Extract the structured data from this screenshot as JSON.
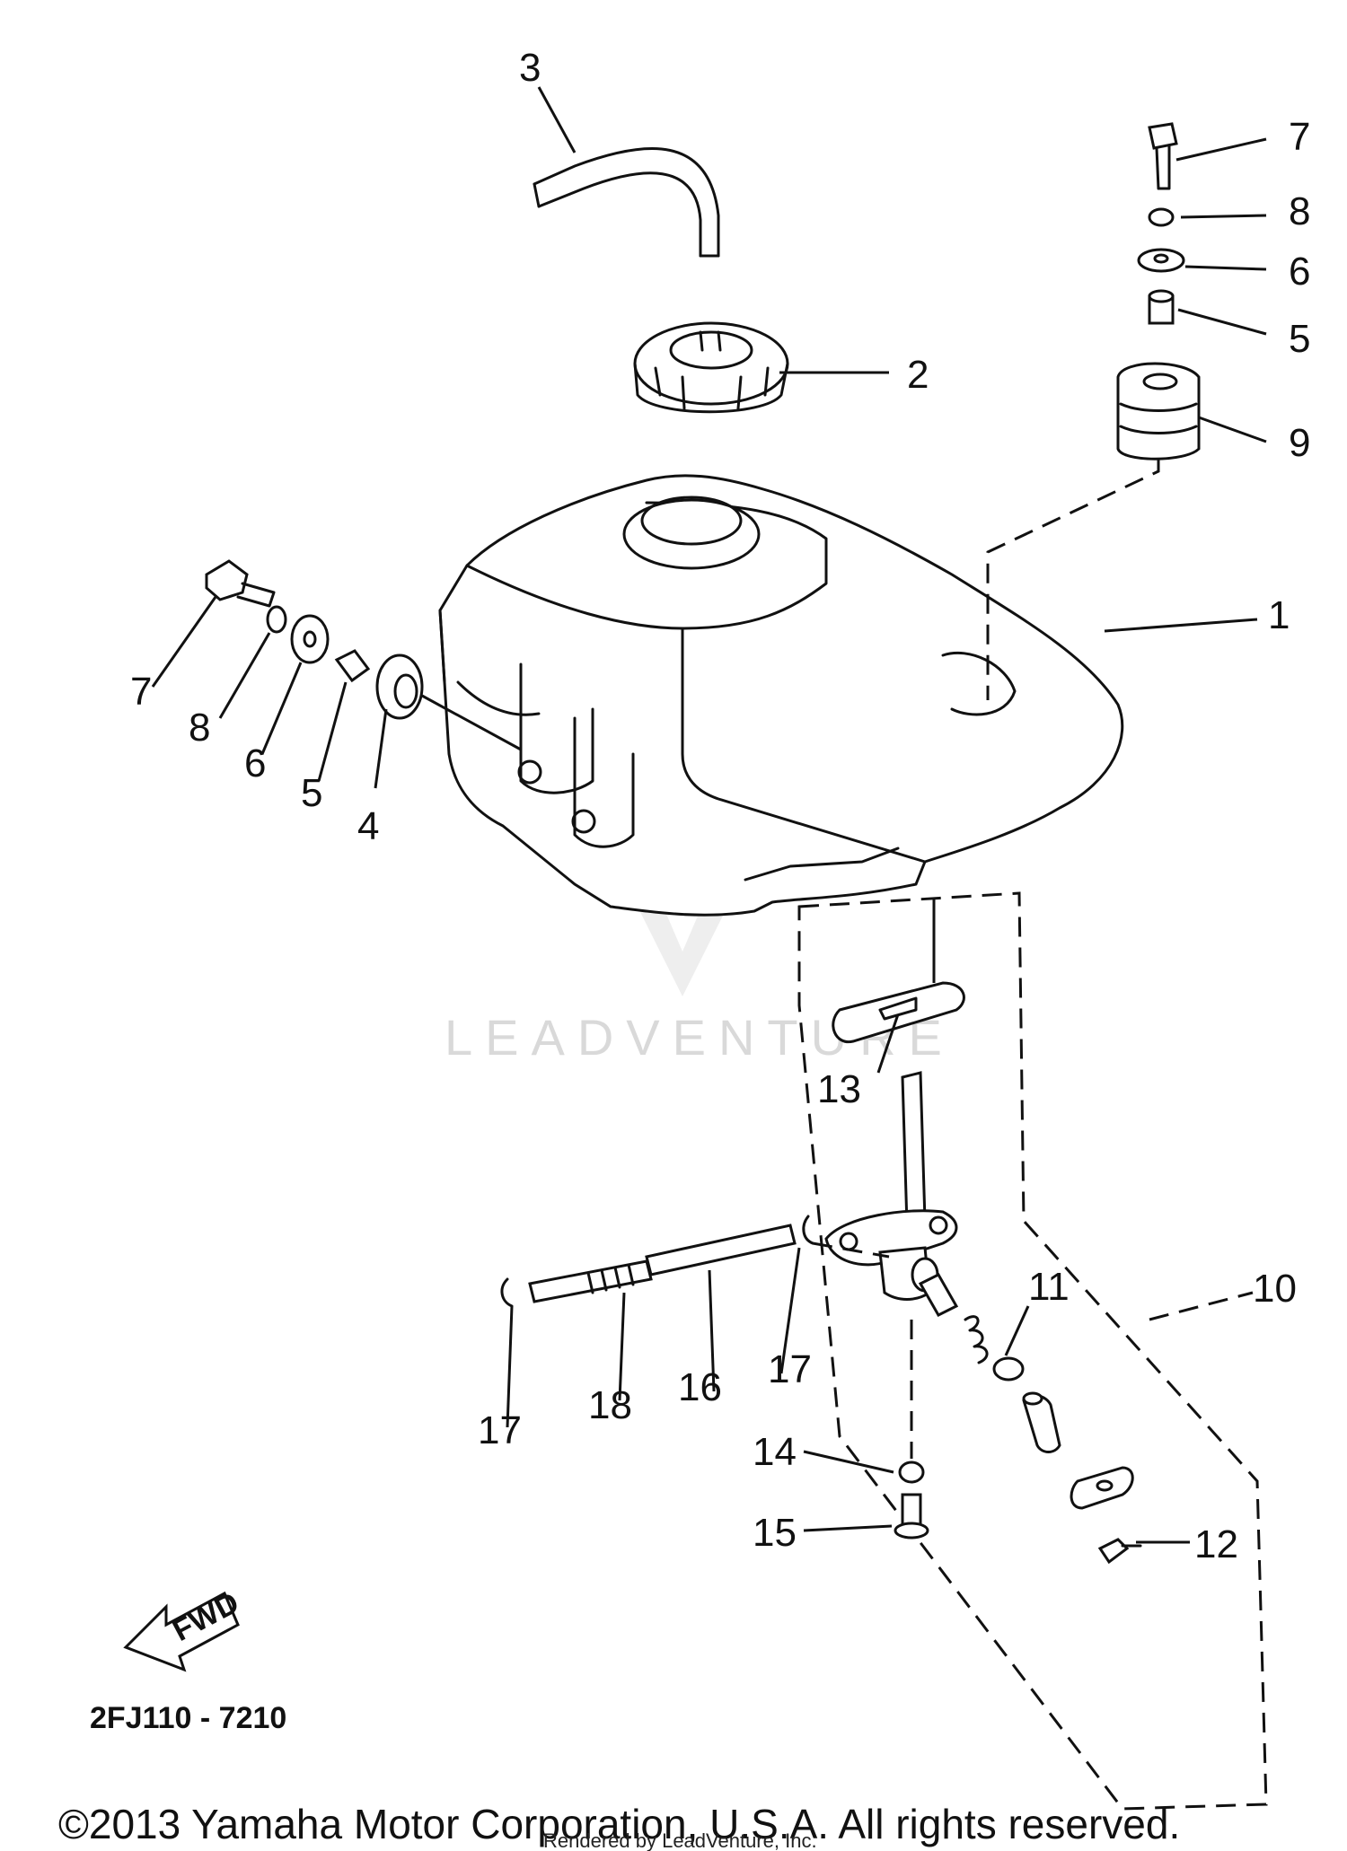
{
  "diagram_code": "2FJ110 - 7210",
  "fwd_label": "FWD",
  "watermark": "LEADVENTURE",
  "copyright": "©2013 Yamaha Motor Corporation, U.S.A. All rights reserved.",
  "rendered_by": "Rendered by LeadVenture, Inc.",
  "callouts": {
    "c1": "1",
    "c2": "2",
    "c3": "3",
    "c4": "4",
    "c5_left": "5",
    "c5_right": "5",
    "c6_left": "6",
    "c6_right": "6",
    "c7_left": "7",
    "c7_right": "7",
    "c8_left": "8",
    "c8_right": "8",
    "c9": "9",
    "c10": "10",
    "c11": "11",
    "c12": "12",
    "c13": "13",
    "c14": "14",
    "c15": "15",
    "c16": "16",
    "c17_left": "17",
    "c17_right": "17",
    "c18": "18"
  }
}
